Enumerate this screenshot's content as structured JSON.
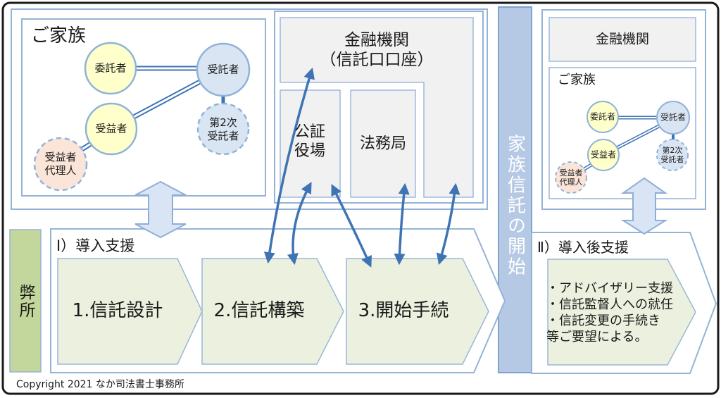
{
  "family_left": {
    "title": "ご家族",
    "settlor": "委託者",
    "trustee": "受託者",
    "beneficiary": "受益者",
    "second_trustee": "第2次\n受託者",
    "beneficiary_agent": "受益者\n代理人"
  },
  "institutions": {
    "financial_trust_account": "金融機関\n（信託口口座）",
    "notary_office": "公証\n役場",
    "legal_affairs_bureau": "法務局"
  },
  "banner": {
    "text": "家族信託の開始"
  },
  "right_panel": {
    "financial": "金融機関",
    "family_title": "ご家族",
    "settlor": "委託者",
    "trustee": "受託者",
    "beneficiary": "受益者",
    "second_trustee": "第2次\n受託者",
    "beneficiary_agent": "受益者\n代理人"
  },
  "office": {
    "label": "弊所"
  },
  "phase1": {
    "title": "Ⅰ）導入支援",
    "steps": [
      "1.信託設計",
      "2.信託構築",
      "3.開始手続"
    ]
  },
  "phase2": {
    "title": "Ⅱ）導入後支援",
    "items": "・アドバイザリー支援\n・信託監督人への就任\n・信託変更の手続き\n等ご要望による。"
  },
  "footer": {
    "copyright": "Copyright 2021 なか司法書士事務所"
  },
  "colors": {
    "box_border_blue": "#95b3d7",
    "gray_box_fill": "#f1f1f1",
    "circle_yellow": "#ffffcb",
    "circle_blue": "#d9e5f3",
    "circle_peach": "#fbe5d9",
    "connector_blue": "#3f74b4",
    "banner_fill": "#b6c9e4",
    "block_arrow_fill": "#d9e4f4",
    "chevron_green": "#ebf1de",
    "office_green": "#c3d69b",
    "banner_text": "#ffffff"
  }
}
